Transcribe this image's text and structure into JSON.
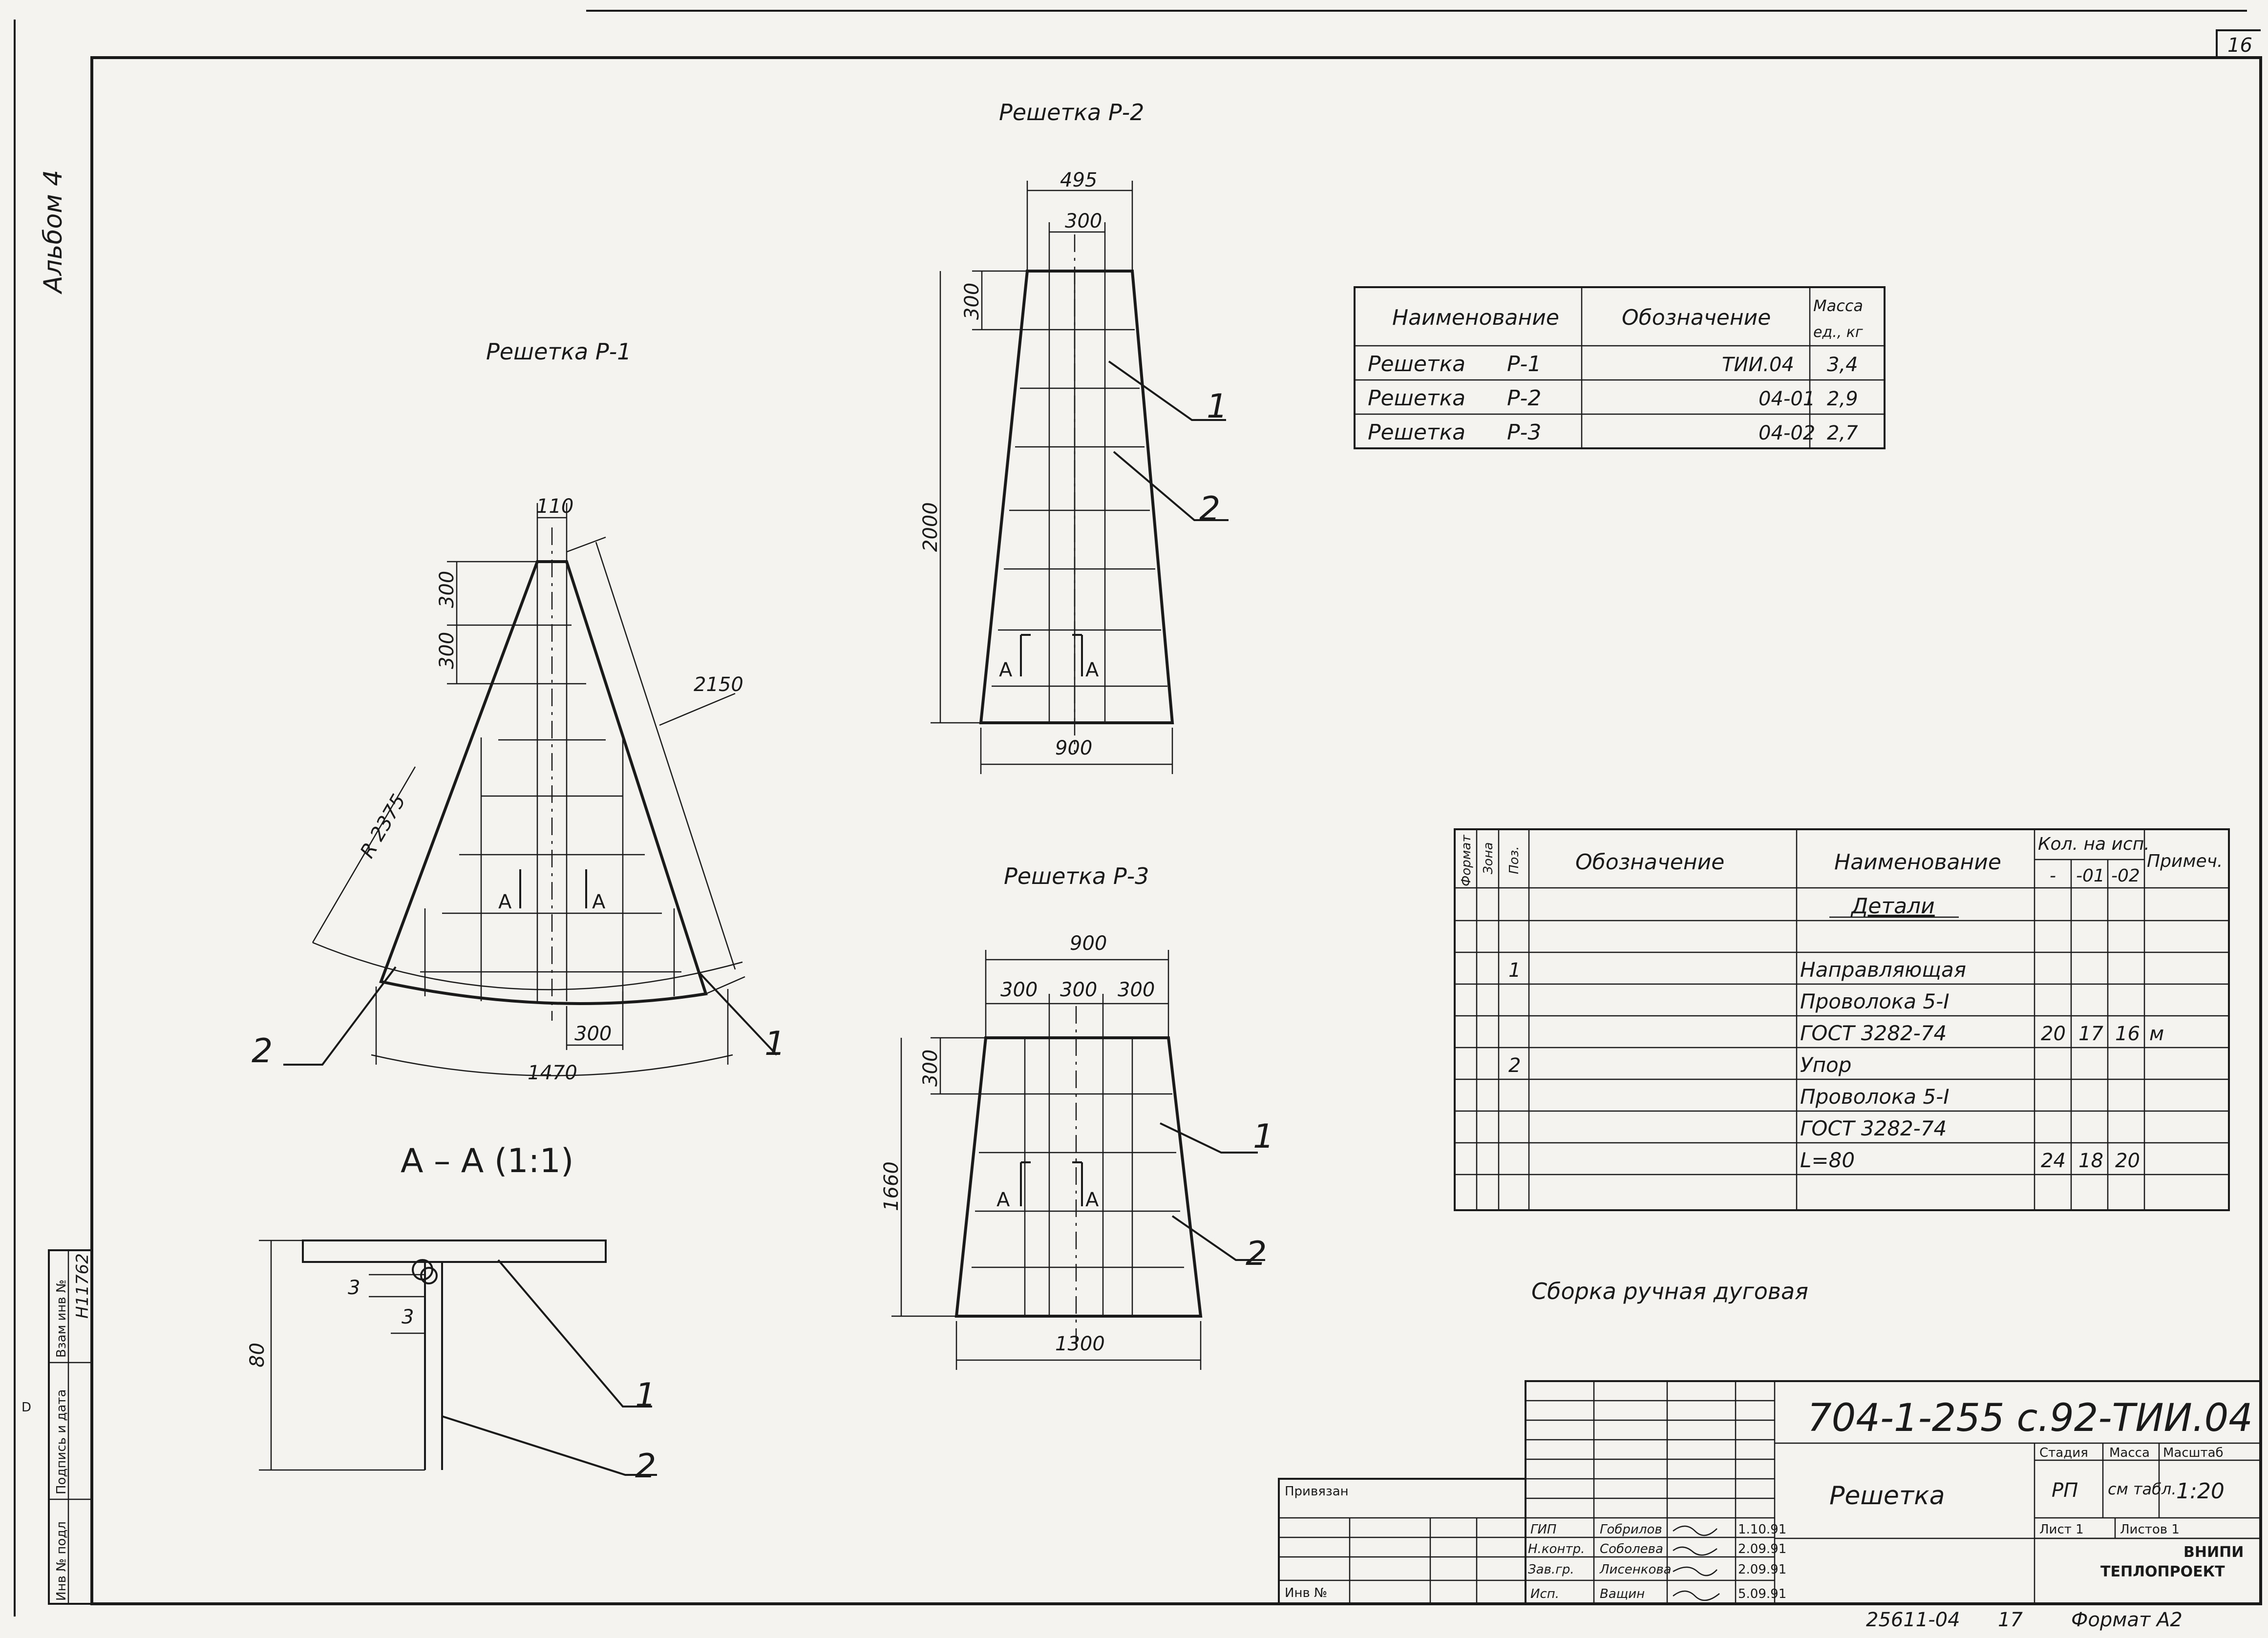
{
  "sheet": {
    "album": "Альбом 4",
    "sheet_no": "16",
    "side_invno": "Н11762",
    "side_fields": [
      "Взам инв №",
      "Подпись и дата",
      "Инв № подл"
    ],
    "side_mark": "D"
  },
  "views": {
    "p1": {
      "title": "Решетка Р-1",
      "dims": [
        "110",
        "300",
        "300",
        "2150",
        "R 2375",
        "300",
        "1470"
      ],
      "section_marks": [
        "А",
        "А"
      ],
      "leaders": [
        "1",
        "2"
      ]
    },
    "p2": {
      "title": "Решетка Р-2",
      "dims": [
        "495",
        "300",
        "300",
        "2000",
        "900"
      ],
      "section_marks": [
        "А",
        "А"
      ],
      "leaders": [
        "1",
        "2"
      ]
    },
    "p3": {
      "title": "Решетка Р-3",
      "dims": [
        "900",
        "300",
        "300",
        "300",
        "300",
        "1660",
        "1300"
      ],
      "section_marks": [
        "А",
        "А"
      ],
      "leaders": [
        "1",
        "2"
      ]
    },
    "section": {
      "title": "А – А  (1:1)",
      "dims": [
        "80",
        "3",
        "3"
      ],
      "leaders": [
        "1",
        "2"
      ]
    }
  },
  "mass_table": {
    "headers": [
      "Наименование",
      "Обозначение",
      "Масса",
      "ед., кг"
    ],
    "rows": [
      [
        "Решетка",
        "Р-1",
        "ТИИ.04",
        "3,4"
      ],
      [
        "Решетка",
        "Р-2",
        "04-01",
        "2,9"
      ],
      [
        "Решетка",
        "Р-3",
        "04-02",
        "2,7"
      ]
    ]
  },
  "spec_table": {
    "headers": [
      "Формат",
      "Зона",
      "Поз.",
      "Обозначение",
      "Наименование",
      "Кол. на исп.",
      "-",
      "-01",
      "-02",
      "Примеч."
    ],
    "section_title": "Детали",
    "rows": [
      [
        "",
        "",
        "",
        "",
        "",
        "",
        ""
      ],
      [
        "1",
        "",
        "Направляющая",
        "",
        "",
        "",
        ""
      ],
      [
        "",
        "",
        "Проволока 5-I",
        "",
        "",
        "",
        ""
      ],
      [
        "",
        "",
        "ГОСТ 3282-74",
        "20",
        "17",
        "16",
        "м"
      ],
      [
        "2",
        "",
        "Упор",
        "",
        "",
        "",
        ""
      ],
      [
        "",
        "",
        "Проволока 5-I",
        "",
        "",
        "",
        ""
      ],
      [
        "",
        "",
        "ГОСТ 3282-74",
        "",
        "",
        "",
        ""
      ],
      [
        "",
        "",
        "L=80",
        "24",
        "18",
        "20",
        ""
      ],
      [
        "",
        "",
        "",
        "",
        "",
        "",
        ""
      ]
    ]
  },
  "note": "Сборка ручная дуговая",
  "title_block": {
    "doc_code": "704-1-255 с.92-ТИИ.04",
    "name": "Решетка",
    "stage_hdr": "Стадия",
    "mass_hdr": "Масса",
    "scale_hdr": "Масштаб",
    "stage": "РП",
    "mass": "см табл.",
    "scale": "1:20",
    "sheet_lbl": "Лист 1",
    "sheets_lbl": "Листов 1",
    "org1": "ВНИПИ",
    "org2": "ТЕПЛОПРОЕКТ",
    "privyazan": "Привязан",
    "inv_lbl": "Инв №",
    "roles": [
      "ГИП",
      "Н.контр.",
      "Зав.гр.",
      "Исп."
    ],
    "names": [
      "Гобрилов",
      "Соболева",
      "Лисенкова",
      "Ващин"
    ],
    "dates": [
      "1.10.91",
      "2.09.91",
      "2.09.91",
      "5.09.91"
    ]
  },
  "footer": {
    "order": "25611-04",
    "copy": "17",
    "format": "Формат А2"
  }
}
